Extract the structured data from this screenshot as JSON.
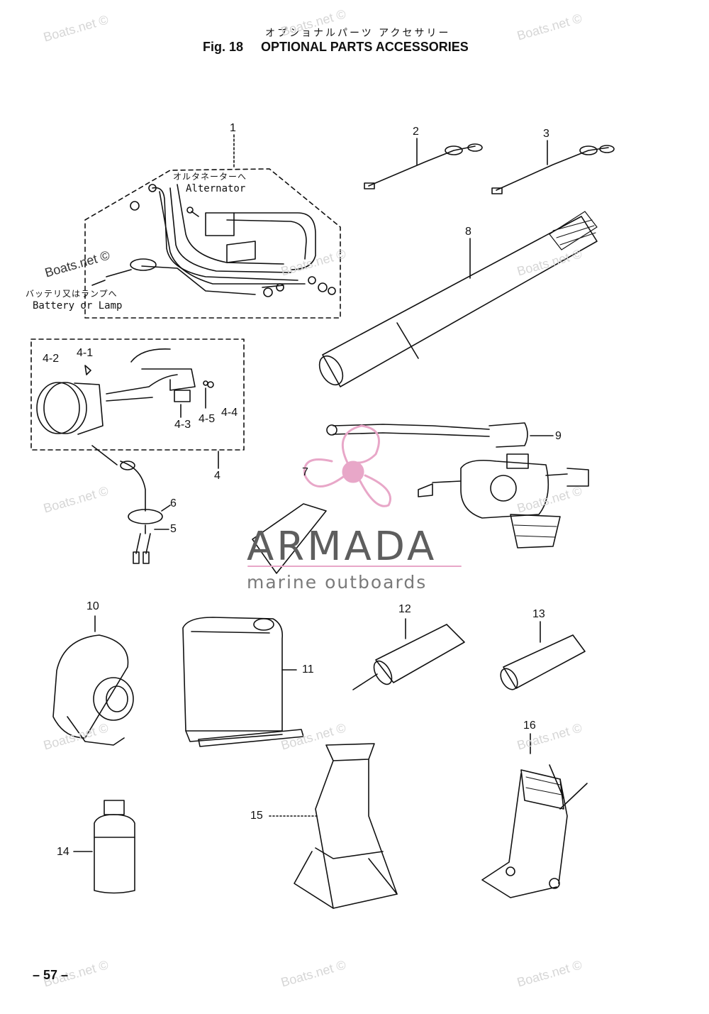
{
  "header": {
    "title_jp": "オプショナルパーツ アクセサリー",
    "fig_label": "Fig. 18",
    "title_en": "OPTIONAL PARTS ACCESSORIES"
  },
  "callouts": {
    "c1": "1",
    "c2": "2",
    "c3": "3",
    "c4": "4",
    "c4_1": "4-1",
    "c4_2": "4-2",
    "c4_3": "4-3",
    "c4_4": "4-4",
    "c4_5": "4-5",
    "c5": "5",
    "c6": "6",
    "c7": "7",
    "c8": "8",
    "c9": "9",
    "c10": "10",
    "c11": "11",
    "c12": "12",
    "c13": "13",
    "c14": "14",
    "c15": "15",
    "c16": "16"
  },
  "annotations": {
    "alternator_jp": "オルタネーターへ",
    "alternator_en": "Alternator",
    "battery_jp": "バッテリ又はランプへ",
    "battery_en": "Battery or Lamp"
  },
  "watermark": {
    "text": "Boats.net ©",
    "logo_word": "ARMADA",
    "logo_sub": "marine outboards"
  },
  "logo_colors": {
    "propeller": "#e8a7c8",
    "word": "#5e5e5e",
    "sub": "#7a7a7a"
  },
  "footer": {
    "page_number": "– 57 –"
  }
}
